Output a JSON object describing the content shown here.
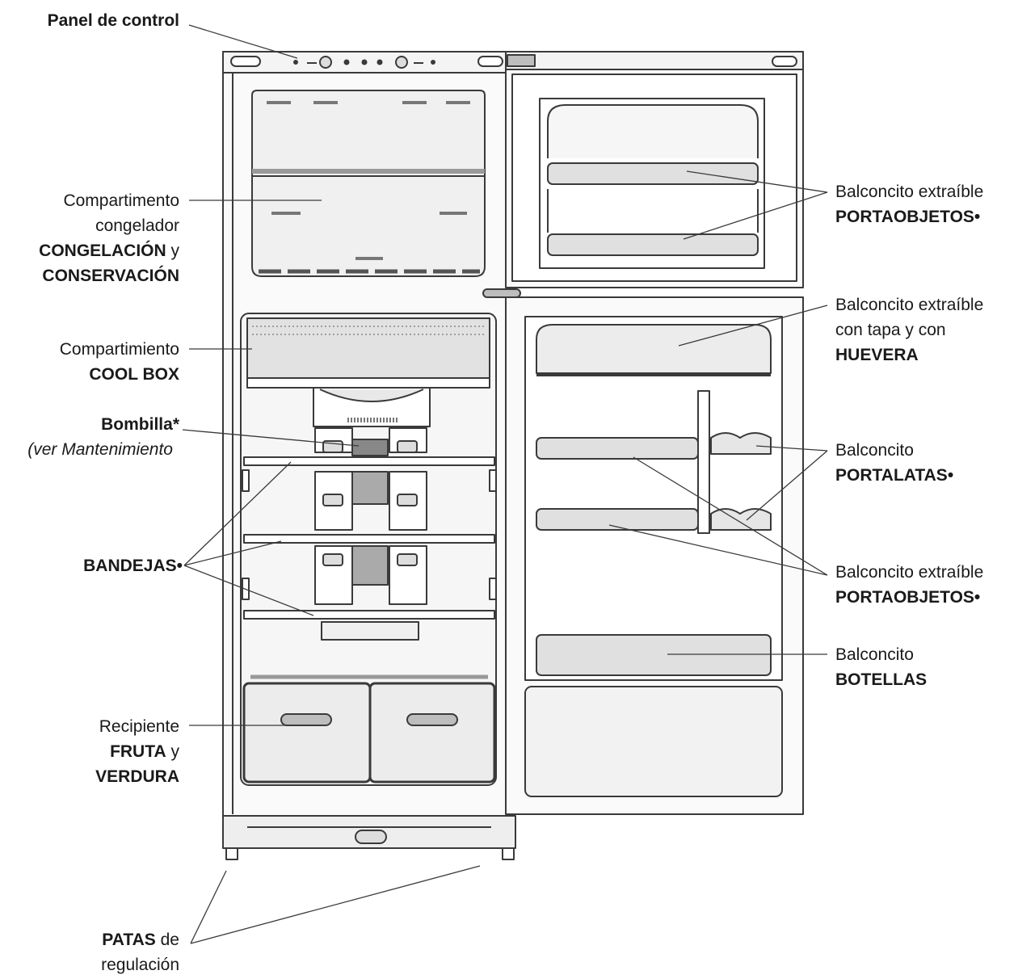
{
  "labels": {
    "panel_control": "Panel de control",
    "freezer": {
      "line1": "Compartimento",
      "line2": "congelador",
      "line3_bold": "CONGELACIÓN",
      "line3_rest": " y",
      "line4_bold": "CONSERVACIÓN"
    },
    "coolbox": {
      "line1": "Compartimiento",
      "line2_bold": "COOL BOX"
    },
    "bulb": {
      "line1_bold": "Bombilla*",
      "line2_italic": "(ver Mantenimiento"
    },
    "trays": {
      "bold": "BANDEJAS•"
    },
    "crisper": {
      "line1": "Recipiente",
      "line2_bold": "FRUTA",
      "line2_rest": " y",
      "line3_bold": "VERDURA"
    },
    "feet": {
      "line1_bold": "PATAS",
      "line1_rest": " de",
      "line2": "regulación"
    },
    "door_top_shelf": {
      "line1": "Balconcito extraíble",
      "line2_bold": "PORTAOBJETOS•"
    },
    "egg_shelf": {
      "line1": "Balconcito extraíble",
      "line2": "con tapa y con",
      "line3_bold": "HUEVERA"
    },
    "can_shelf": {
      "line1": "Balconcito",
      "line2_bold": "PORTALATAS•"
    },
    "door_mid_shelf": {
      "line1": "Balconcito extraíble",
      "line2_bold": "PORTAOBJETOS•"
    },
    "bottle_shelf": {
      "line1": "Balconcito",
      "line2_bold": "BOTELLAS"
    }
  },
  "colors": {
    "line": "#3a3a3a",
    "fill_light": "#f2f2f2",
    "fill_mid": "#e0e0e0",
    "fill_dark": "#bdbdbd",
    "text": "#1a1a1a"
  }
}
